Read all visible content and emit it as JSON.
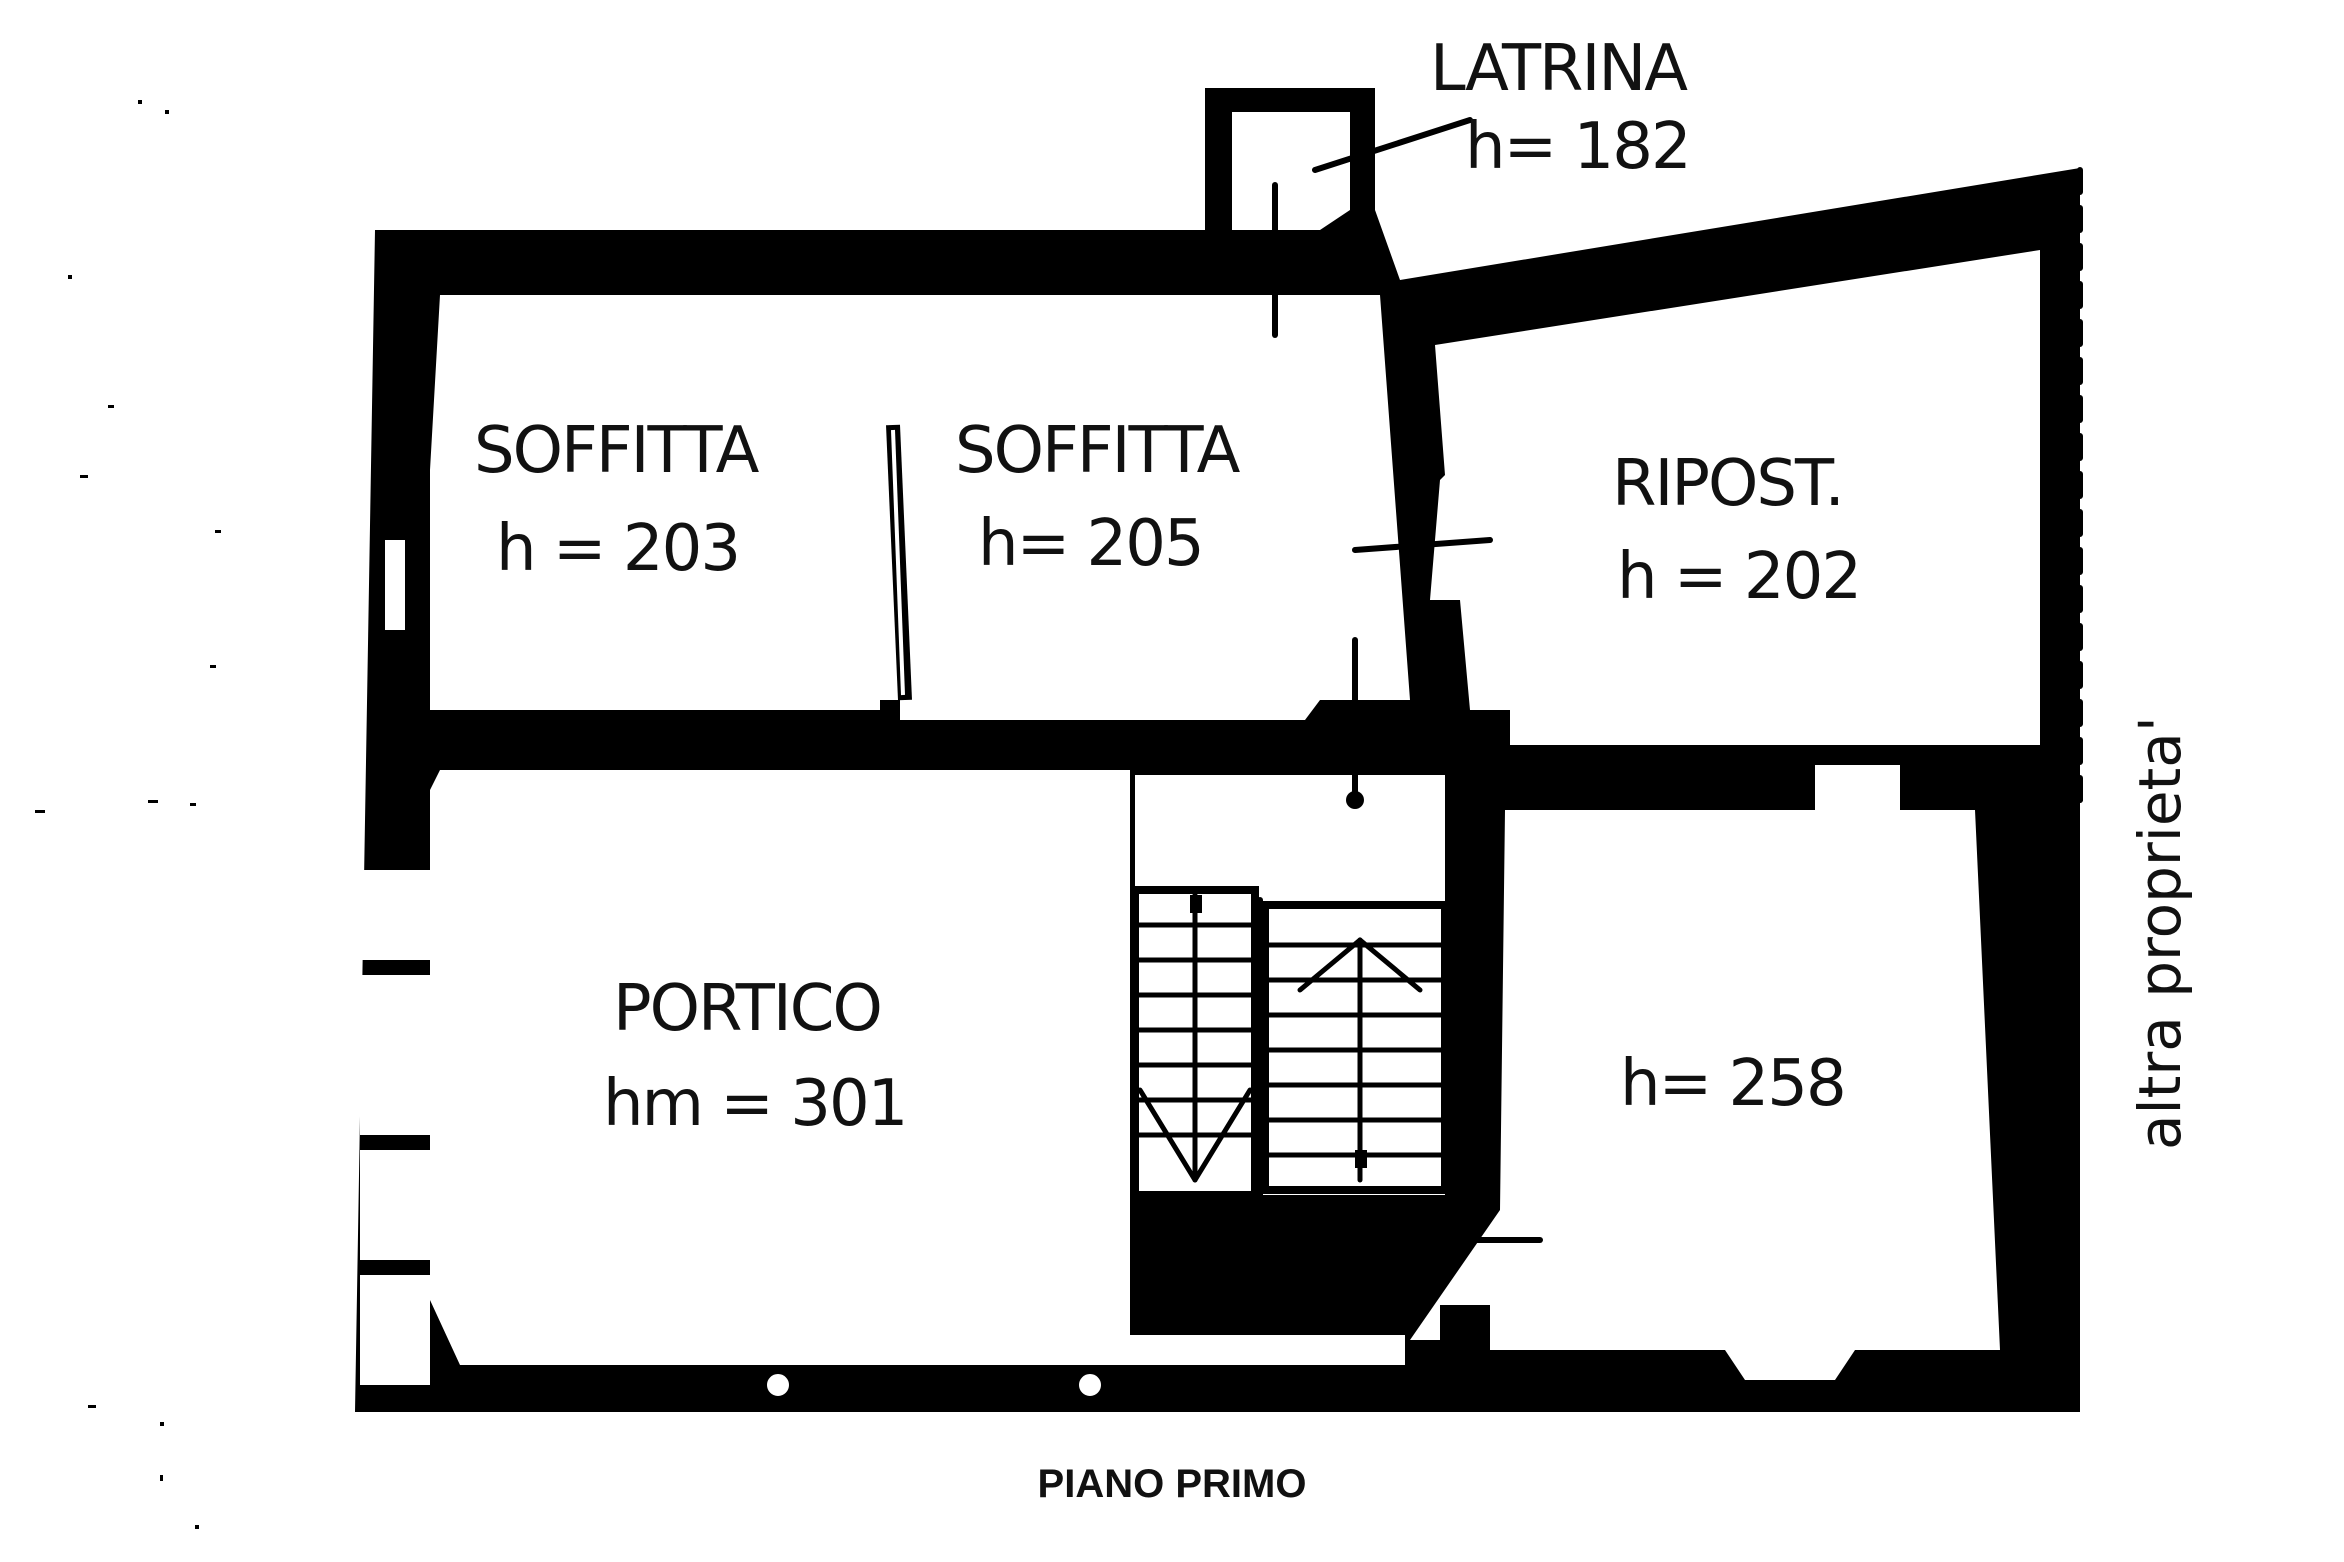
{
  "plan_title": "PIANO PRIMO",
  "rooms": [
    {
      "name": "LATRINA",
      "height": "h= 182"
    },
    {
      "name": "SOFFITTA",
      "height": "h = 203"
    },
    {
      "name": "SOFFITTA",
      "height": "h= 205"
    },
    {
      "name": "RIPOST.",
      "height": "h = 202"
    },
    {
      "name": "PORTICO",
      "height": "hm = 301"
    },
    {
      "name": "",
      "height": "h= 258"
    }
  ],
  "boundary_label": "altra proprieta'",
  "colors": {
    "ink": "#000000",
    "background": "#ffffff"
  }
}
